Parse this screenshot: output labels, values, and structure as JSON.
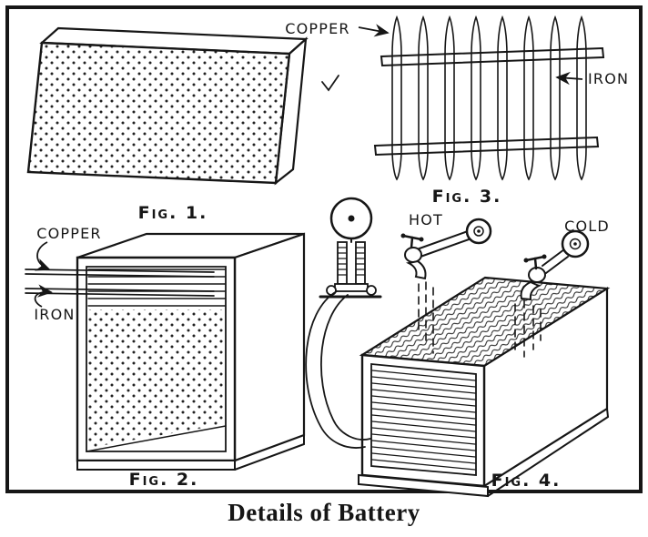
{
  "caption": "Details of Battery",
  "ink_color": "#161616",
  "paper_color": "#ffffff",
  "figures": {
    "fig1": {
      "label": "Fig. 1."
    },
    "fig2": {
      "label": "Fig. 2.",
      "labels": {
        "copper": "COPPER",
        "iron": "IRON"
      }
    },
    "fig3": {
      "label": "Fig. 3.",
      "labels": {
        "copper": "COPPER",
        "iron": "IRON"
      }
    },
    "fig4": {
      "label": "Fig. 4.",
      "labels": {
        "hot": "HOT",
        "cold": "COLD"
      }
    }
  }
}
